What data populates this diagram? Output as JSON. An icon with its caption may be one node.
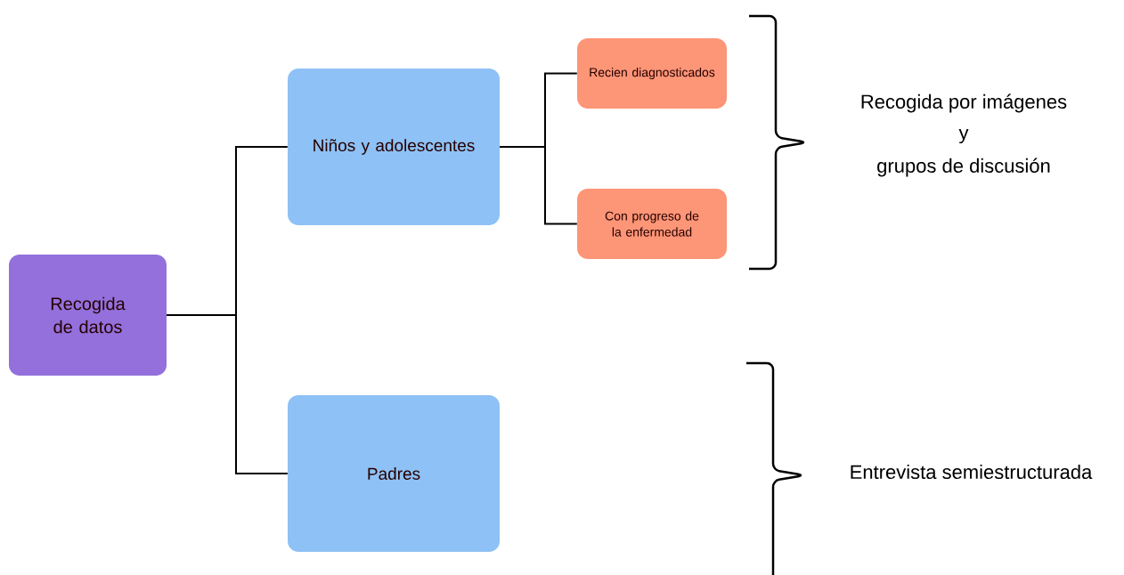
{
  "diagram": {
    "nodes": [
      {
        "text": [
          "Recogida de datos"
        ]
      },
      {
        "text": [
          "Niños y adolescentes"
        ]
      },
      {
        "text": [
          "Recien diagnosticados"
        ]
      },
      {
        "text": [
          "Con progreso de la enfermedad"
        ]
      },
      {
        "text": [
          "Padres"
        ]
      }
    ],
    "edges": [
      {
        "from": 0,
        "to": 1,
        "arrow": "none"
      },
      {
        "from": 0,
        "to": 4,
        "arrow": "none"
      },
      {
        "from": 1,
        "to": 2,
        "arrow": "none"
      },
      {
        "from": 1,
        "to": 3,
        "arrow": "none"
      }
    ],
    "labels": [
      "Recogida por imágenes",
      "y",
      "grupos de discusión",
      "Entrevista semiestructurada"
    ]
  }
}
